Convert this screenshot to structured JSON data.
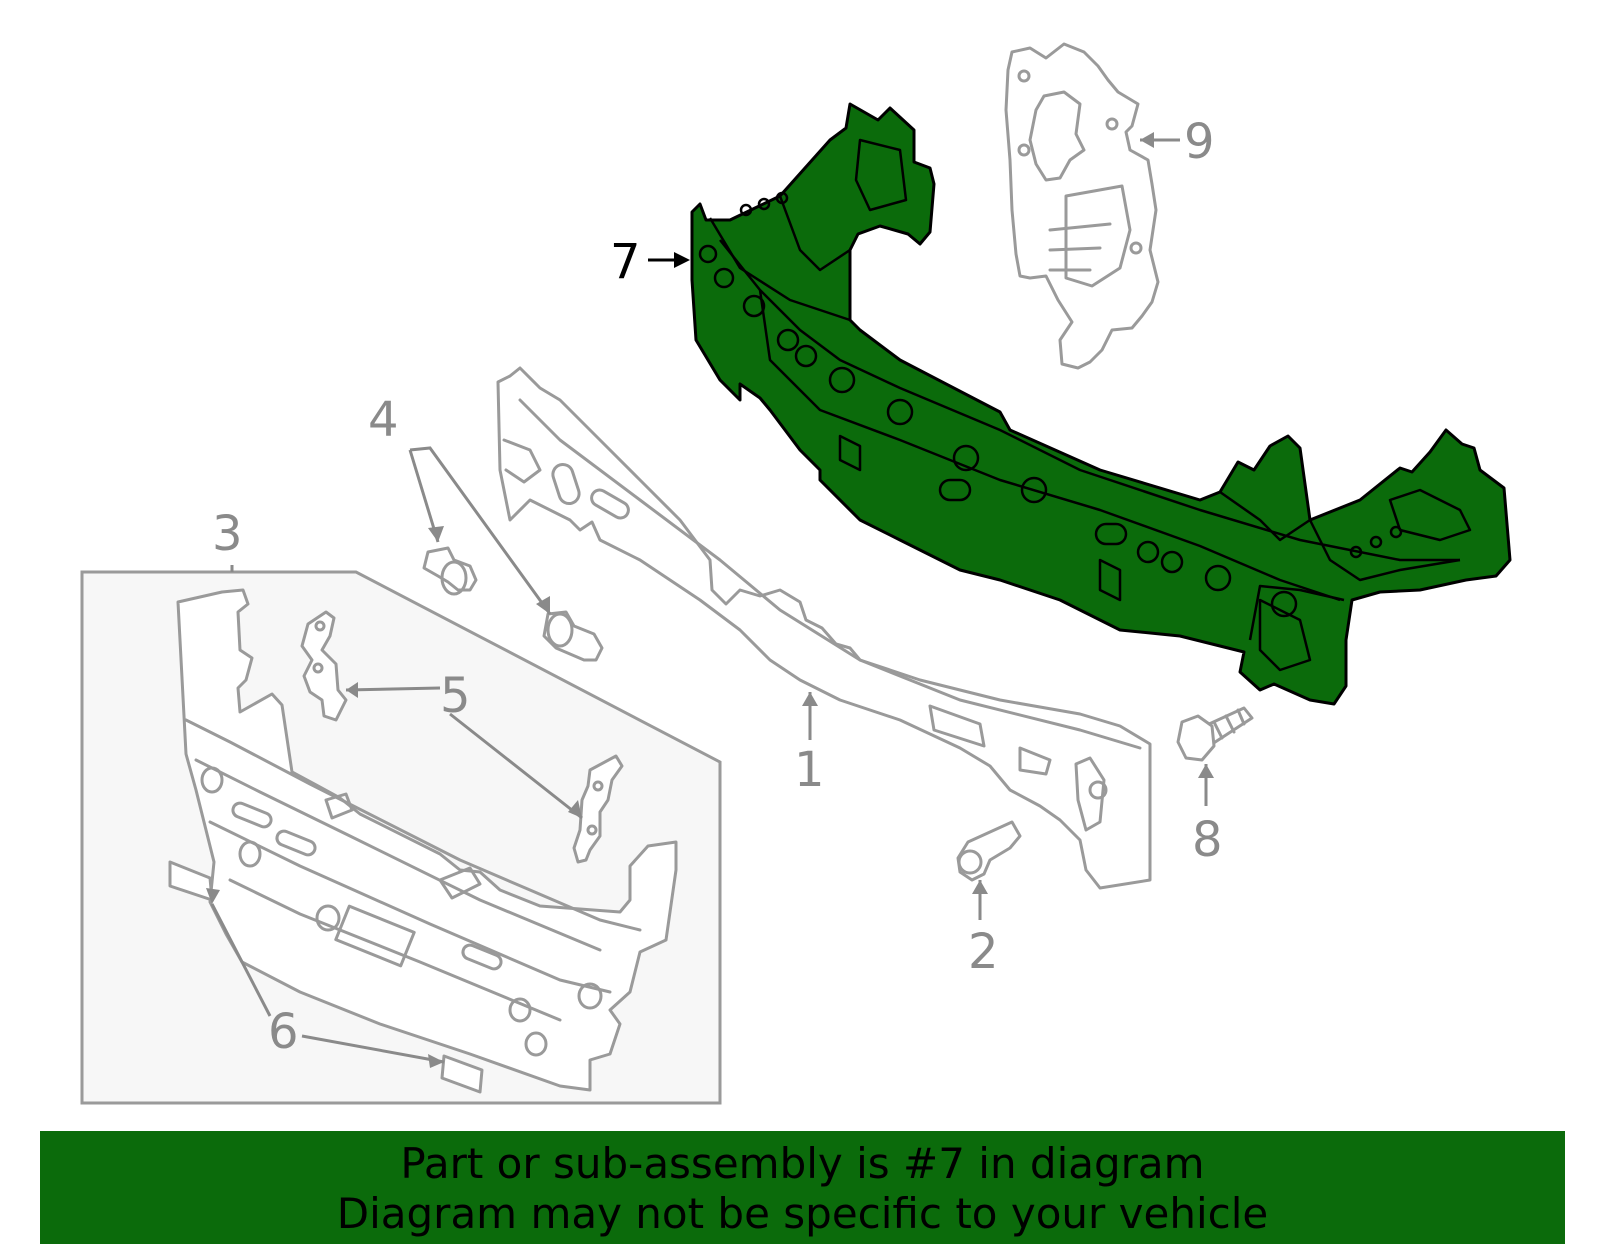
{
  "callouts": {
    "c1": "1",
    "c2": "2",
    "c3": "3",
    "c4": "4",
    "c5": "5",
    "c6": "6",
    "c7": "7",
    "c8": "8",
    "c9": "9"
  },
  "banner": {
    "line1": "Part or sub-assembly is #7 in diagram",
    "line2": "Diagram may not be specific to your vehicle"
  },
  "colors": {
    "highlight": "#0b6b0b",
    "outline": "#9a9a9a",
    "banner": "#0b6b0b"
  }
}
